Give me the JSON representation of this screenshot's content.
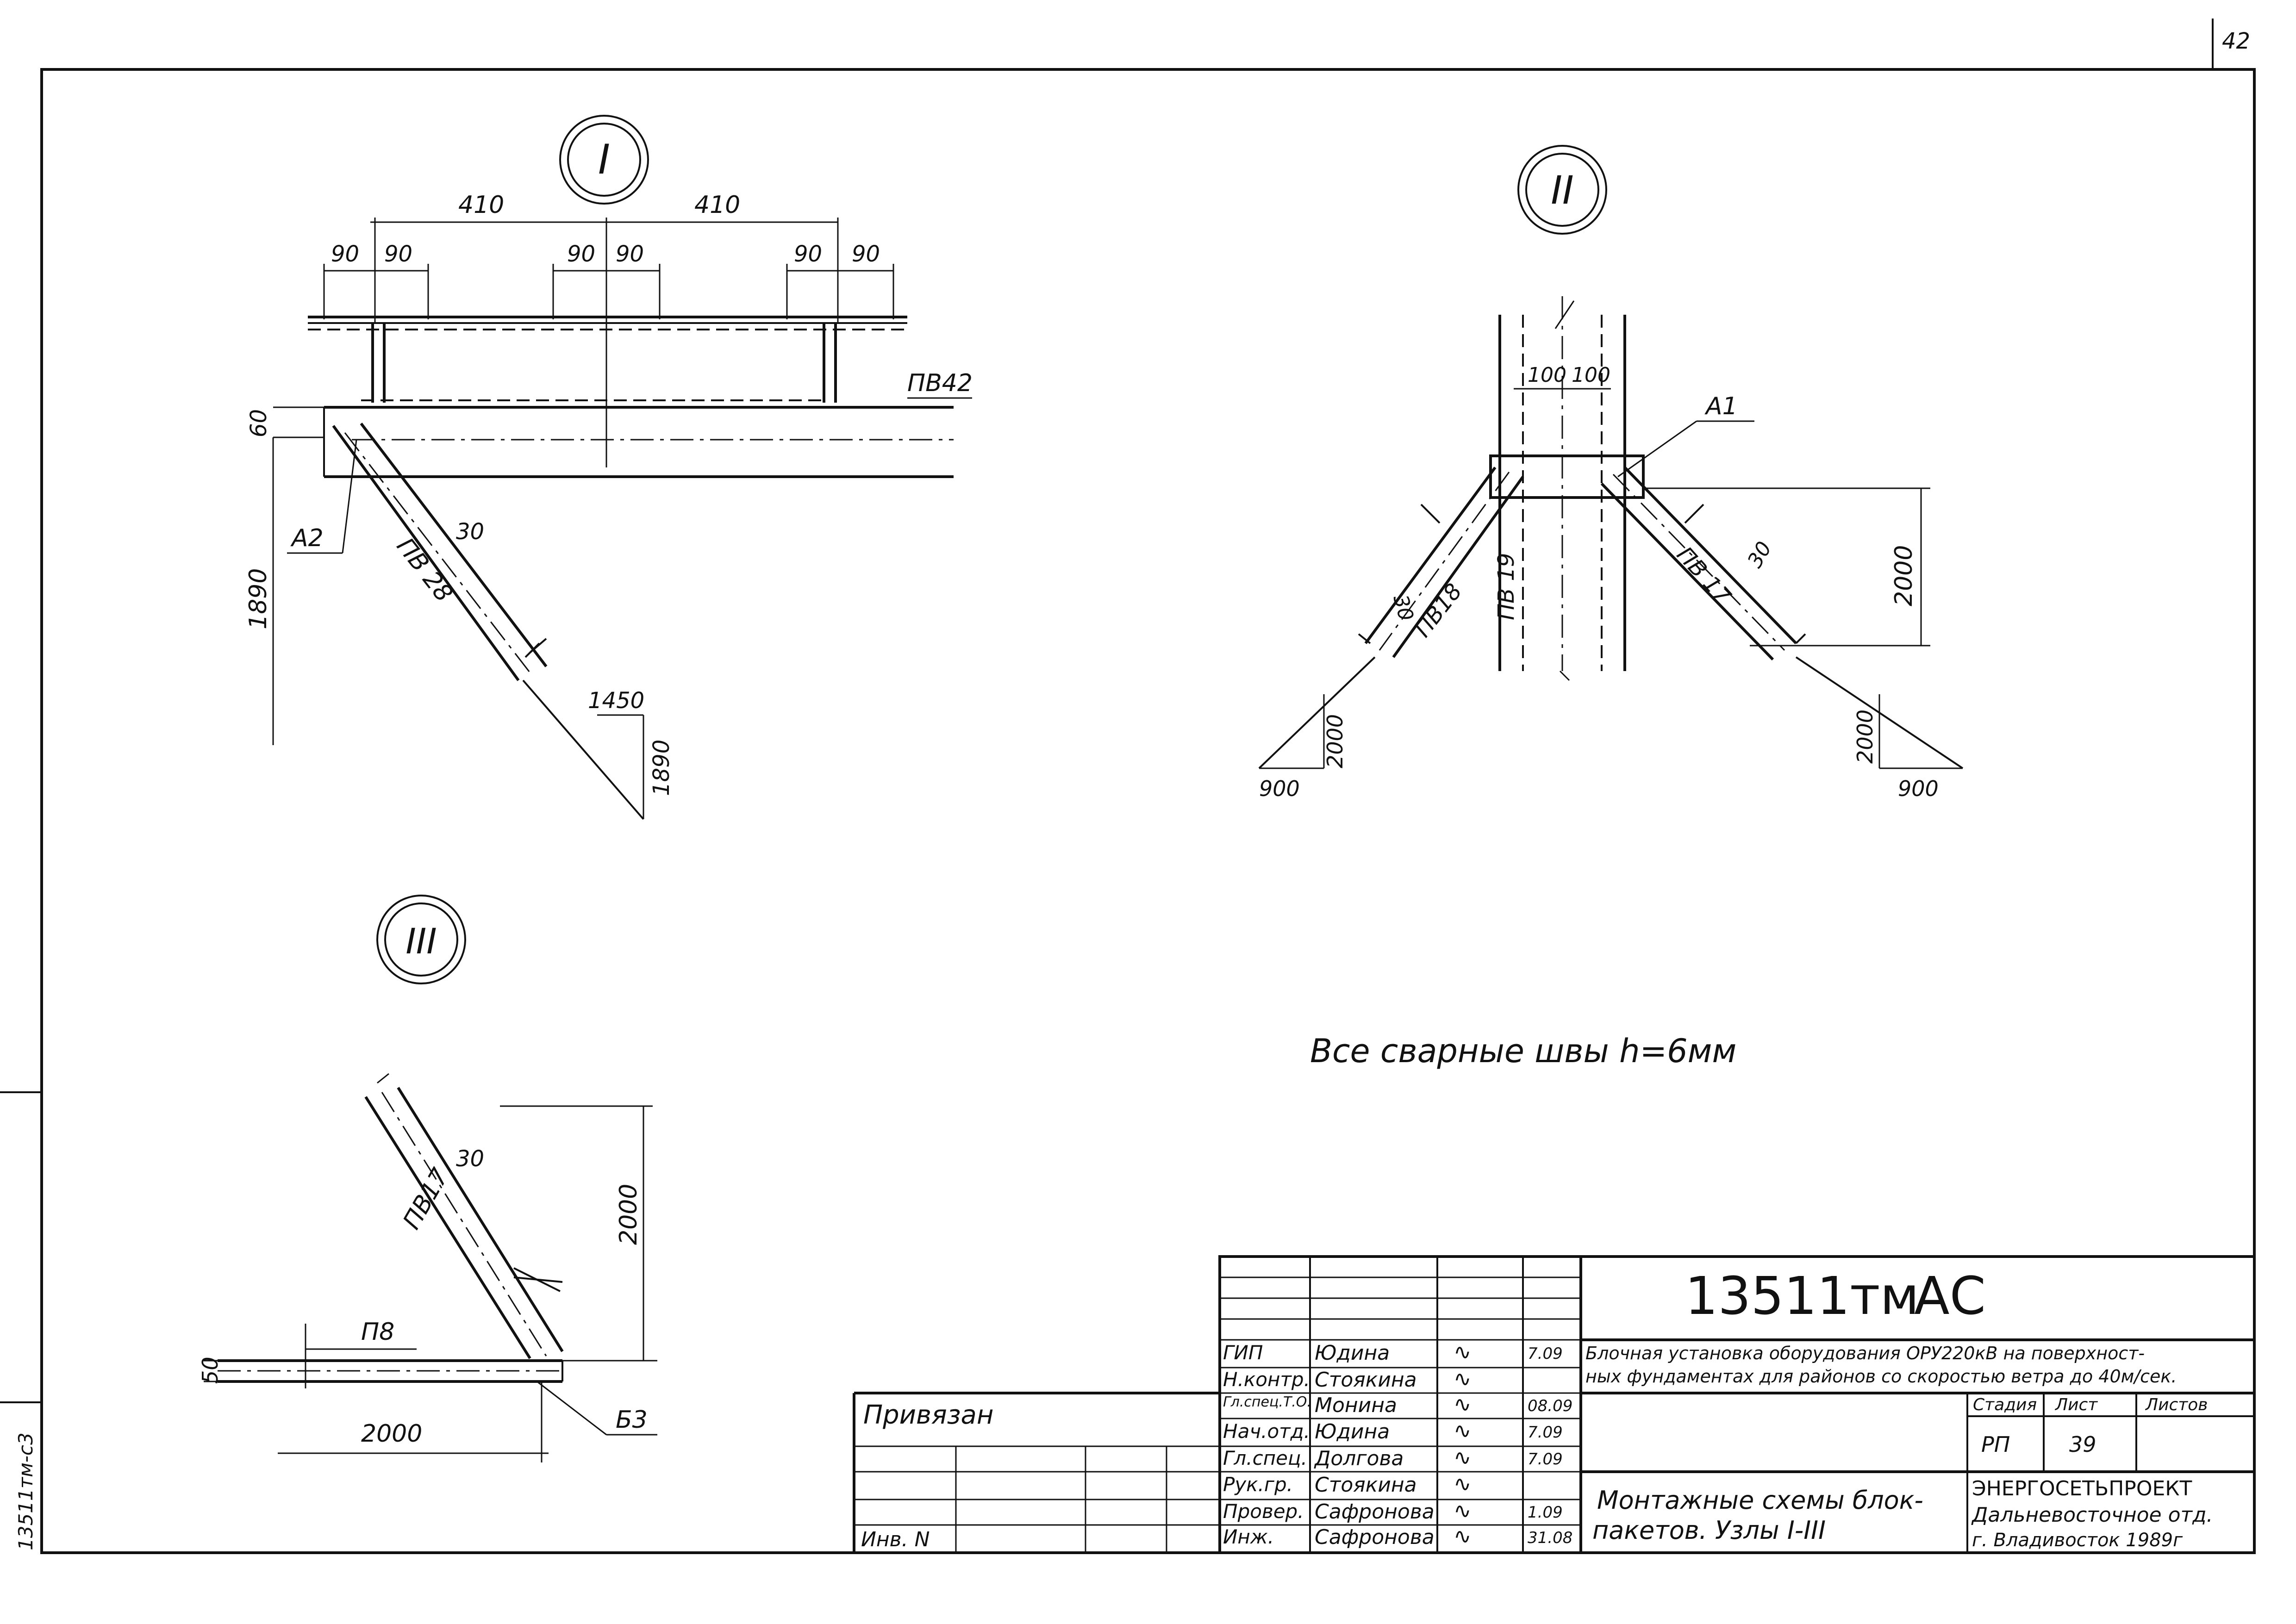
{
  "page_number": "42",
  "side_stamp": "13511тм-с3",
  "weld_note": "Все сварные швы h=6мм",
  "nodes": {
    "n1": {
      "label": "I",
      "dims": {
        "top_left": "410",
        "top_right": "410",
        "d90": "90",
        "h60": "60",
        "v1890": "1890",
        "w1450": "1450",
        "h1890": "1890",
        "d30": "30"
      },
      "parts": {
        "pv42": "ПВ42",
        "pv28": "ПВ 28",
        "a2": "А2"
      }
    },
    "n2": {
      "label": "II",
      "dims": {
        "d100": "100",
        "v2000": "2000",
        "d30": "30",
        "slope_v": "2000",
        "slope_h": "900"
      },
      "parts": {
        "a1": "А1",
        "pv19": "ПВ 19",
        "pv18": "ПВ18",
        "pv17": "ПВ 17"
      }
    },
    "n3": {
      "label": "III",
      "dims": {
        "v2000": "2000",
        "h2000": "2000",
        "d30": "30",
        "d50": "50"
      },
      "parts": {
        "pv17": "ПВ17",
        "pv8": "П8",
        "b3": "Б3"
      }
    }
  },
  "title_block": {
    "code": "13511тм",
    "mark": "АС",
    "tied": "Привязан",
    "inv": "Инв. N",
    "project_line1": "Блочная установка оборудования ОРУ220кВ на поверхност-",
    "project_line2": "ных фундаментах для районов со скоростью ветра до 40м/сек.",
    "sheet_title_1": "Монтажные схемы блок-",
    "sheet_title_2": "пакетов. Узлы I-III",
    "stage_label": "Стадия",
    "sheet_label": "Лист",
    "sheets_label": "Листов",
    "stage": "РП",
    "sheet": "39",
    "org1": "ЭНЕРГОСЕТЬПРОЕКТ",
    "org2": "Дальневосточное отд.",
    "org3": "г. Владивосток 1989г",
    "roles": [
      {
        "role": "ГИП",
        "name": "Юдина",
        "date": "7.09"
      },
      {
        "role": "Н.контр.",
        "name": "Стоякина",
        "date": ""
      },
      {
        "role": "Гл.спец.Т.О.",
        "name": "Монина",
        "date": "08.09"
      },
      {
        "role": "Нач.отд.",
        "name": "Юдина",
        "date": "7.09"
      },
      {
        "role": "Гл.спец.",
        "name": "Долгова",
        "date": "7.09"
      },
      {
        "role": "Рук.гр.",
        "name": "Стоякина",
        "date": ""
      },
      {
        "role": "Провер.",
        "name": "Сафронова",
        "date": "1.09"
      },
      {
        "role": "Инж.",
        "name": "Сафронова",
        "date": "31.08"
      }
    ]
  }
}
